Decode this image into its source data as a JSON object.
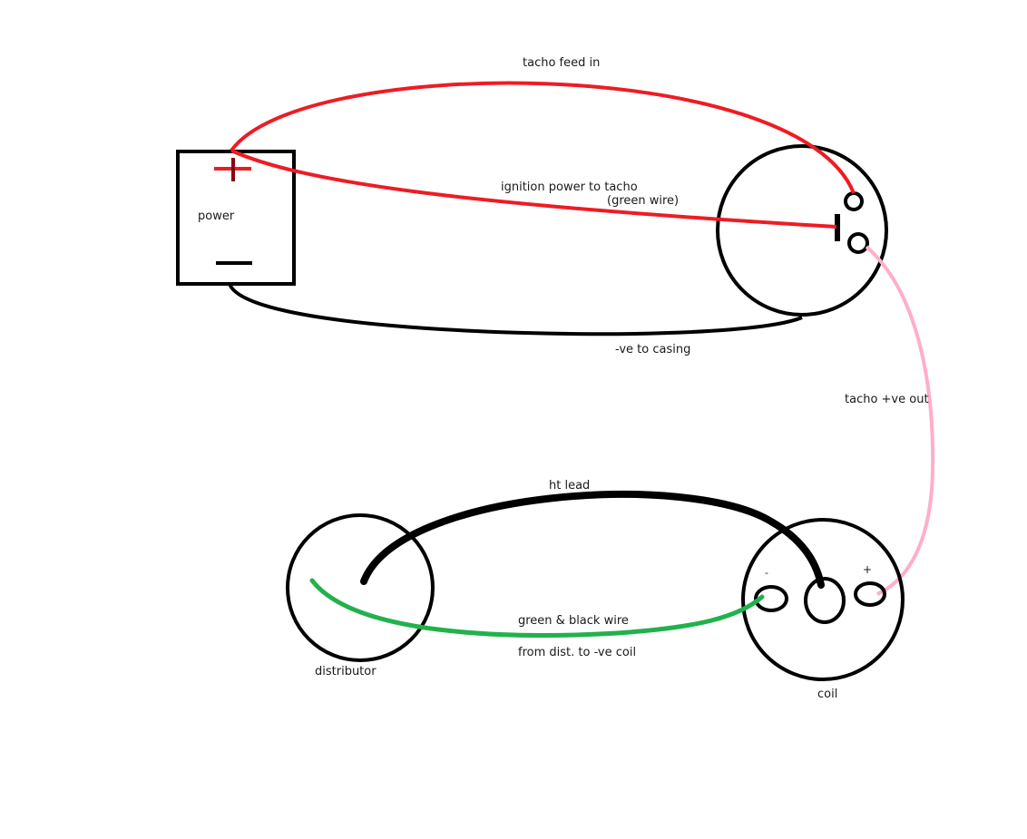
{
  "labels": {
    "tacho_feed_in": "tacho feed in",
    "ignition_power": "ignition power to tacho",
    "green_wire": "(green wire)",
    "power": "power",
    "ve_to_casing": "-ve to casing",
    "tacho_ve_out": "tacho +ve out",
    "ht_lead": "ht lead",
    "green_black_wire": "green & black wire",
    "from_dist": "from dist. to -ve coil",
    "distributor": "distributor",
    "coil": "coil",
    "coil_minus": "-",
    "coil_plus": "+"
  },
  "colors": {
    "red_wire": "#ed1c24",
    "pink_wire": "#ffaec9",
    "green_wire": "#22b14c",
    "black": "#000000",
    "plus_stem": "#880015"
  }
}
